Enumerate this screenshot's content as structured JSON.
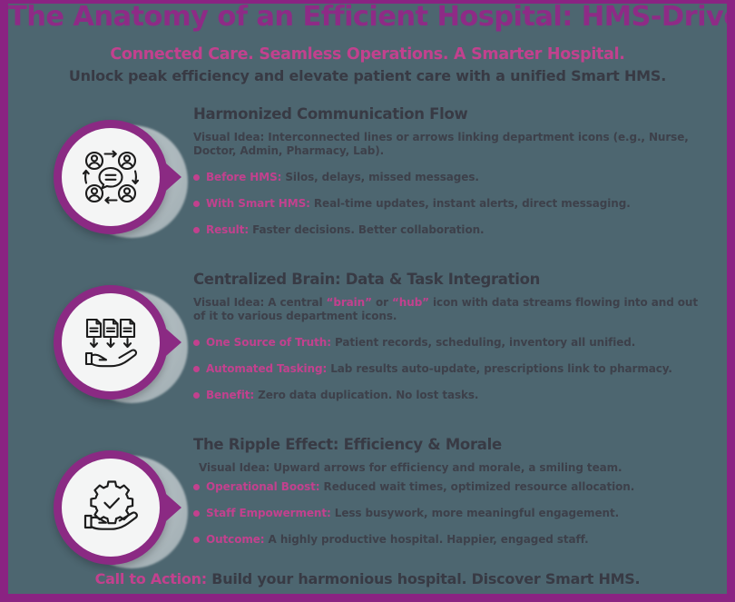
{
  "colors": {
    "background": "#4d6670",
    "border_purple": "#8a2382",
    "title_purple": "#8e2b86",
    "accent_pink": "#c2418e",
    "body_dark": "#3d404a",
    "badge_face": "#f4f5f5"
  },
  "header": {
    "title": "The Anatomy of an Efficient Hospital: HMS-Driven Harmony",
    "subtitle": "Connected Care. Seamless Operations. A Smarter Hospital.",
    "tagline": "Unlock peak efficiency and elevate patient care with a unified Smart HMS."
  },
  "sections": [
    {
      "icon": "connected-people-communication-icon",
      "title": "Harmonized Communication Flow",
      "visual_idea": {
        "label": "Visual Idea:",
        "text_before": " Interconnected lines or arrows linking department icons (e.g., Nurse, Doctor, Admin, Pharmacy, Lab).",
        "highlight_1": "",
        "text_mid": "",
        "highlight_2": "",
        "text_after": ""
      },
      "bullets": [
        {
          "label": "Before HMS:",
          "text": " Silos, delays, missed messages."
        },
        {
          "label": "With Smart HMS:",
          "text": " Real-time updates, instant alerts, direct messaging."
        },
        {
          "label": "Result:",
          "text": " Faster decisions. Better collaboration."
        }
      ]
    },
    {
      "icon": "documents-into-hand-icon",
      "title": "Centralized Brain: Data & Task Integration",
      "visual_idea": {
        "label": "Visual Idea:",
        "text_before": " A central ",
        "highlight_1": "“brain”",
        "text_mid": " or ",
        "highlight_2": "“hub”",
        "text_after": " icon with data streams flowing into and out of it to various department icons."
      },
      "bullets": [
        {
          "label": "One Source of Truth:",
          "text": " Patient records, scheduling, inventory all unified."
        },
        {
          "label": "Automated Tasking:",
          "text": " Lab results auto-update, prescriptions link to pharmacy."
        },
        {
          "label": "Benefit:",
          "text": " Zero data duplication. No lost tasks."
        }
      ]
    },
    {
      "icon": "gear-check-in-hand-icon",
      "title": "The Ripple Effect: Efficiency & Morale",
      "visual_idea": {
        "label": "Visual Idea:",
        "text_before": " Upward arrows for efficiency and morale, a smiling team.",
        "highlight_1": "",
        "text_mid": "",
        "highlight_2": "",
        "text_after": ""
      },
      "bullets": [
        {
          "label": "Operational Boost:",
          "text": " Reduced wait times, optimized resource allocation."
        },
        {
          "label": "Staff Empowerment:",
          "text": " Less busywork, more meaningful engagement."
        },
        {
          "label": "Outcome:",
          "text": " A highly productive hospital. Happier, engaged staff."
        }
      ]
    }
  ],
  "footer": {
    "cta_label": "Call to Action:",
    "cta_text": " Build your harmonious hospital. Discover Smart HMS."
  }
}
